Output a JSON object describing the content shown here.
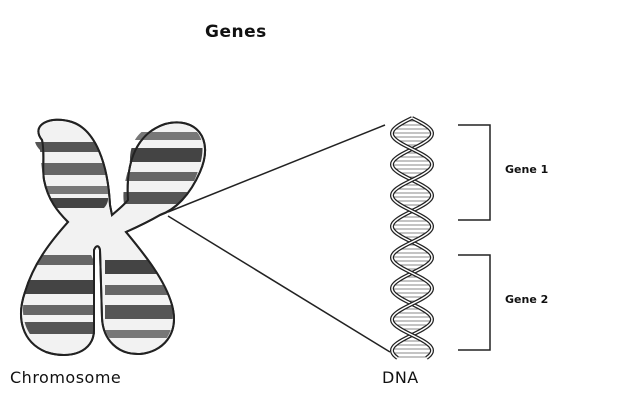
{
  "title": "Genes",
  "labels": {
    "chromosome": "Chromosome",
    "dna": "DNA",
    "gene1": "Gene 1",
    "gene2": "Gene 2"
  }
}
